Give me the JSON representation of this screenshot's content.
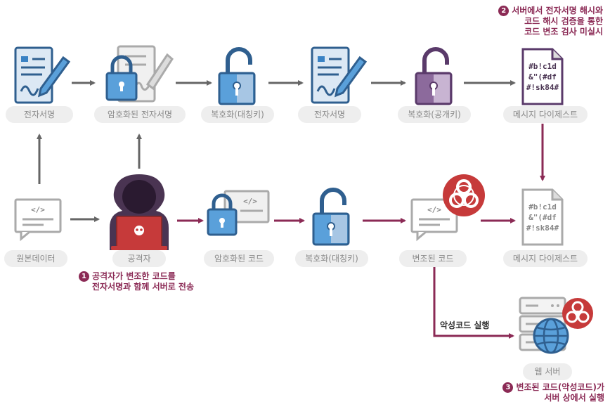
{
  "labels": {
    "sig1": "전자서명",
    "enc_sig": "암호화된 전자서명",
    "dec_sym1": "복호화(대칭키)",
    "sig2": "전자서명",
    "dec_pub": "복호화(공개키)",
    "digest1": "메시지 다이제스트",
    "original": "원본데이터",
    "attacker": "공격자",
    "enc_code": "암호화된 코드",
    "dec_sym2": "복호화(대칭키)",
    "tampered": "변조된 코드",
    "digest2": "메시지 다이제스트",
    "webserver": "웹 서버",
    "exec": "악성코드 실행"
  },
  "digest_text": [
    "#b!c1d",
    "&\"(#df",
    "#!sk84#"
  ],
  "notes": {
    "note1": {
      "num": "1",
      "lines": [
        "공격자가 변조한 코드를",
        "전자서명과 함께 서버로 전송"
      ]
    },
    "note2": {
      "num": "2",
      "lines": [
        "서버에서 전자서명 해시와",
        "코드 해시 검증을 통한",
        "코드 변조 검사 미실시"
      ]
    },
    "note3": {
      "num": "3",
      "lines": [
        "변조된 코드(악성코드)가",
        "서버 상에서 실행"
      ]
    }
  },
  "colors": {
    "accent": "#8b2a55",
    "gray_arrow": "#666666",
    "blue": "#3a82c4",
    "purple": "#7a5a8a",
    "pill_bg": "#eeeeee"
  }
}
